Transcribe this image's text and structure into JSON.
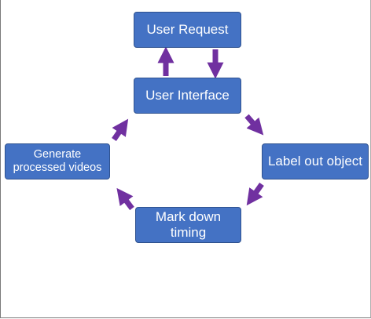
{
  "nodes": {
    "user_request": "User Request",
    "user_interface": "User Interface",
    "label_out_object": "Label out object",
    "mark_down_timing": [
      "Mark down",
      "timing"
    ],
    "generate_processed_videos": [
      "Generate",
      "processed videos"
    ]
  },
  "colors": {
    "node_fill": "#4472c4",
    "node_border": "#2f528f",
    "arrow": "#7030a0",
    "text": "#ffffff"
  }
}
